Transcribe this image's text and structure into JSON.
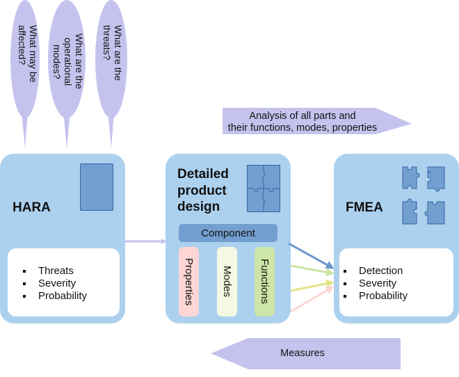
{
  "bubbles": [
    {
      "text": "What may be affected?"
    },
    {
      "text": "What are the operational modes?"
    },
    {
      "text": "What are the threats?"
    }
  ],
  "analysis_arrow": {
    "line1": "Analysis of all parts and",
    "line2": "their functions, modes, properties"
  },
  "measures_arrow": {
    "label": "Measures"
  },
  "hara": {
    "title": "HARA",
    "items": [
      "Threats",
      "Severity",
      "Probability"
    ]
  },
  "design": {
    "title_line1": "Detailed",
    "title_line2": "product",
    "title_line3": "design",
    "component_label": "Component",
    "attributes": [
      "Properties",
      "Modes",
      "Functions"
    ]
  },
  "fmea": {
    "title": "FMEA",
    "items": [
      "Detection",
      "Severity",
      "Probability"
    ]
  },
  "colors": {
    "panel": "#acd1ef",
    "accent": "#729fcf",
    "arrow_lavender": "#c5c3ee",
    "properties": "#fcd5d4",
    "modes": "#f5f8e3",
    "functions": "#cde5a6",
    "flow_blue": "#6a97cc",
    "flow_green": "#cde5a6",
    "flow_yellow": "#e2e48a",
    "flow_pink": "#fcd5d4"
  }
}
